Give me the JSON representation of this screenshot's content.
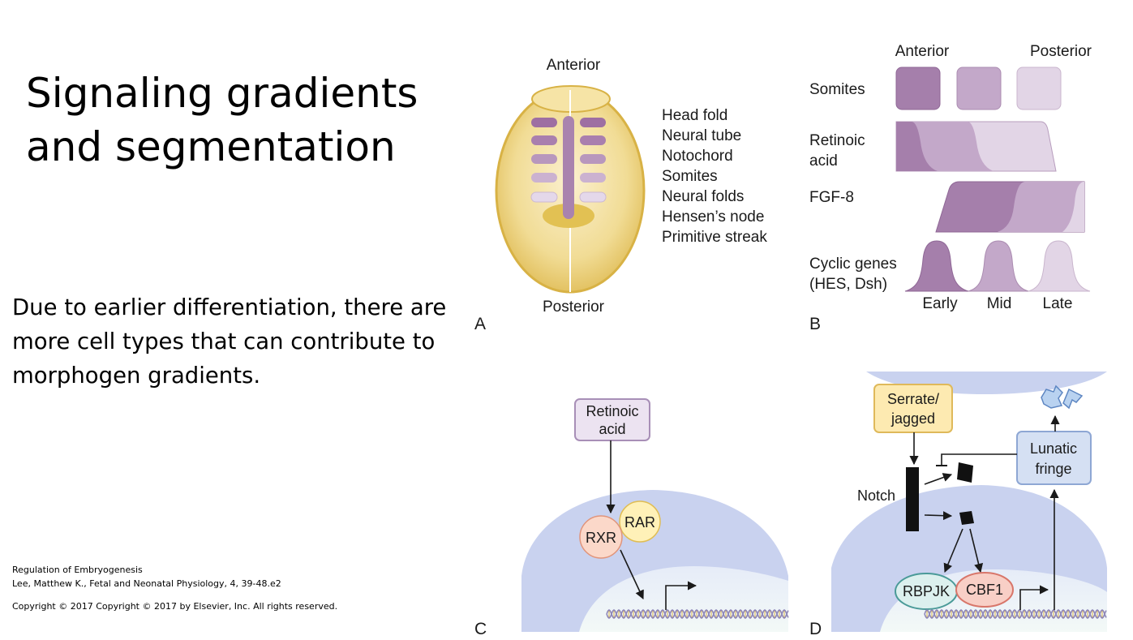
{
  "title": "Signaling gradients and segmentation",
  "body_text": "Due to earlier differentiation, there are more cell types that can contribute to morphogen gradients.",
  "citation": [
    "Regulation of Embryogenesis",
    "Lee, Matthew K., Fetal and Neonatal Physiology, 4, 39-48.e2"
  ],
  "copyright": "Copyright ©  2017   Copyright © 2017 by Elsevier, Inc. All rights reserved.",
  "figure": {
    "panel_a": {
      "letter": "A",
      "anterior": "Anterior",
      "posterior": "Posterior",
      "structures": [
        "Head fold",
        "Neural tube",
        "Notochord",
        "Somites",
        "Neural folds",
        "Hensen’s node",
        "Primitive streak"
      ]
    },
    "panel_b": {
      "letter": "B",
      "anterior": "Anterior",
      "posterior": "Posterior",
      "rows": [
        "Somites",
        "Retinoic",
        "acid",
        "FGF-8",
        "Cyclic genes",
        "(HES, Dsh)"
      ],
      "stages": [
        "Early",
        "Mid",
        "Late"
      ]
    },
    "panel_c": {
      "letter": "C",
      "ligand": [
        "Retinoic",
        "acid"
      ],
      "receptor_1": "RXR",
      "receptor_2": "RAR"
    },
    "panel_d": {
      "letter": "D",
      "ligand": [
        "Serrate/",
        "jagged"
      ],
      "receptor": "Notch",
      "modulator": [
        "Lunatic",
        "fringe"
      ],
      "factor_1": "RBPJK",
      "factor_2": "CBF1"
    }
  },
  "colors": {
    "purple_dark": "#a57fab",
    "purple_mid": "#c3a8c9",
    "purple_light": "#e2d5e6",
    "embryo_gold": "#e3c76a",
    "nucleus_blue": "#c9d2ef",
    "blue_box": "#d5e0f3",
    "yellow_box": "#fdeab1"
  }
}
